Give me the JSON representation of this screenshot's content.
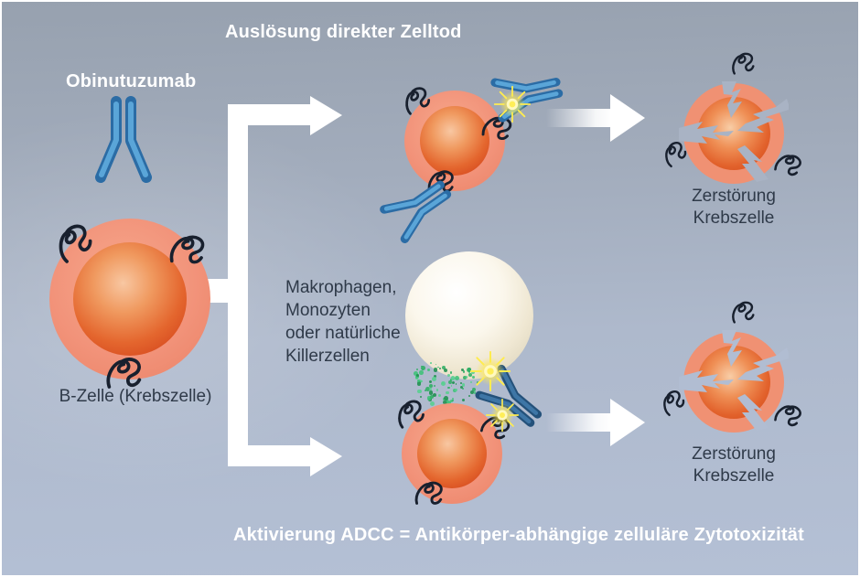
{
  "titles": {
    "top": "Auslösung direkter Zelltod",
    "bottom": "Aktivierung ADCC = Antikörper-abhängige zelluläre Zytotoxizität"
  },
  "labels": {
    "antibody": "Obinutuzumab",
    "b_cell": "B-Zelle (Krebszelle)",
    "effectors": "Makrophagen,\nMonozyten\noder natürliche\nKillerzellen",
    "destruction": {
      "line1": "Zerstörung",
      "line2": "Krebszelle"
    }
  },
  "icons": {
    "antibody_icon": "y-shaped-antibody",
    "receptor_icon": "cd20-squiggle-receptor",
    "burst_icon": "binding-starburst",
    "macrophage_icon": "effector-cell-sphere",
    "speckles_icon": "green-cytokine-speckles",
    "cracked_cell_icon": "destroyed-cancer-cell",
    "branch_arrow_icon": "white-branching-arrow",
    "flow_arrow_icon": "white-fading-right-arrow"
  },
  "colors": {
    "background_top": "#98a2b0",
    "background_bottom": "#b5c1d6",
    "antibody_blue": "#4f9bd0",
    "antibody_dark_blue": "#3e76a6",
    "cell_ring": "#f2937a",
    "cell_core_center": "#f6be9c",
    "cell_core_edge": "#d2411a",
    "macrophage_sphere": "#efe7d4",
    "starburst_yellow": "#ffe94f",
    "speckle_green": "#2fae63",
    "arrow_white": "#ffffff",
    "title_text": "#ffffff",
    "label_text": "#2f3a49"
  }
}
